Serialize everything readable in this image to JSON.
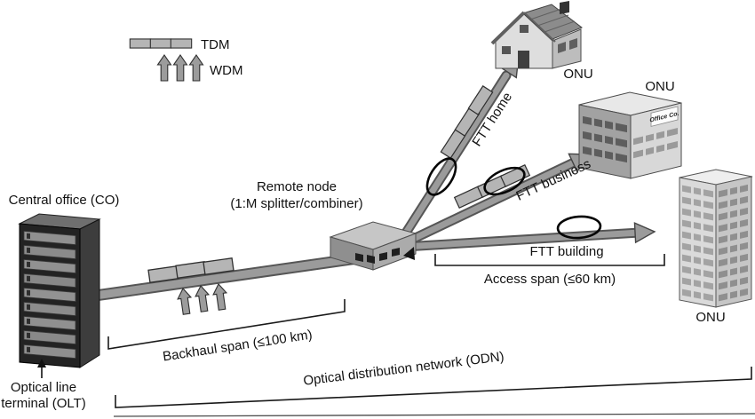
{
  "figure": {
    "legend": {
      "tdm": "TDM",
      "wdm": "WDM"
    },
    "central_office": {
      "title": "Central office (CO)",
      "device_line1": "Optical line",
      "device_line2": "terminal (OLT)"
    },
    "remote_node": {
      "line1": "Remote node",
      "line2": "(1:M splitter/combiner)"
    },
    "branches": {
      "home": {
        "label": "FTT home",
        "onu": "ONU"
      },
      "business": {
        "label": "FTT business",
        "onu": "ONU"
      },
      "building": {
        "label": "FTT building",
        "onu": "ONU"
      }
    },
    "spans": {
      "access": "Access span (≤60 km)",
      "backhaul": "Backhaul span (≤100 km)",
      "odn": "Optical distribution network (ODN)"
    },
    "office_sign": "Office Co."
  },
  "colors": {
    "fiber": "#9b9b9b",
    "fiber_edge": "#565656",
    "ink": "#111111",
    "ellipse_marker": "#050505"
  }
}
